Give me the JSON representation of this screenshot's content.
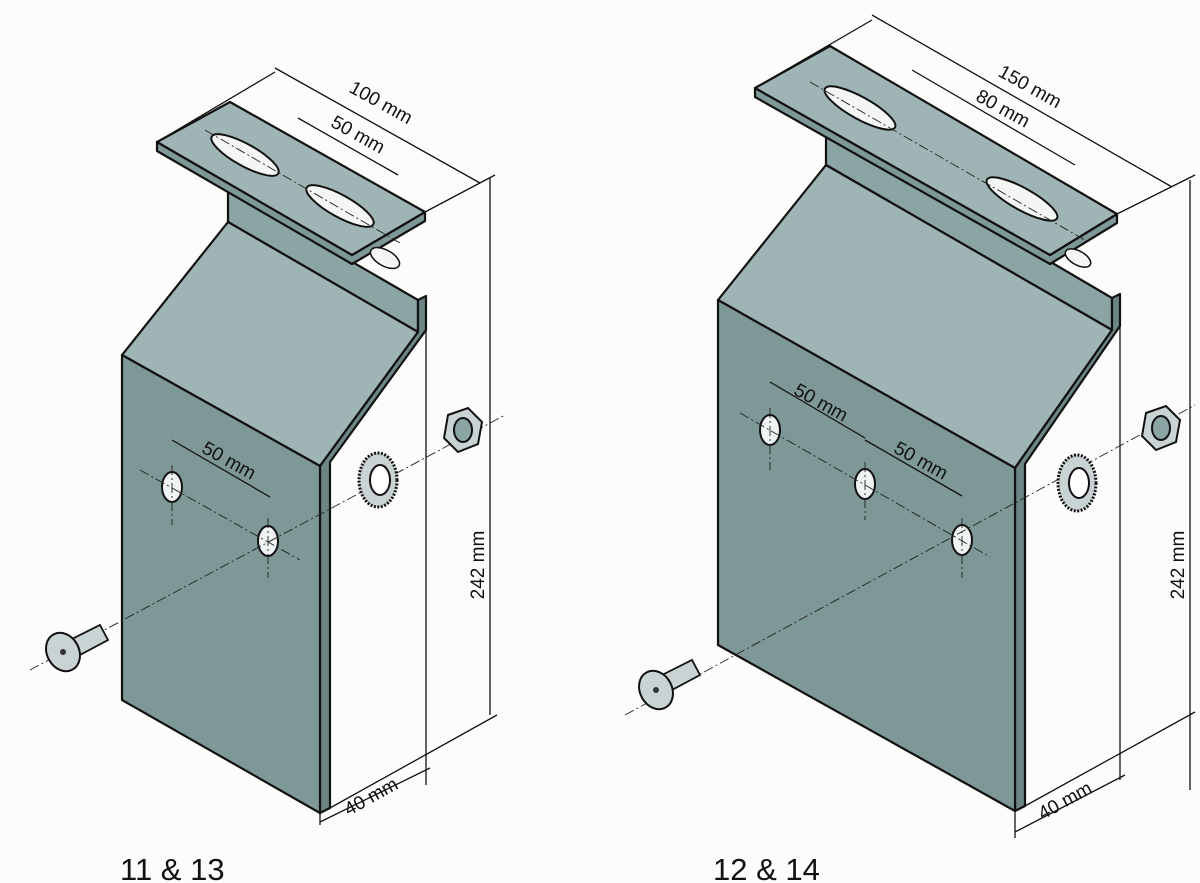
{
  "colors": {
    "top_face": "#9fb5b5",
    "front_face": "#7e9797",
    "web": "#8ba4a4",
    "edge_face": "#6c8585",
    "metal_light": "#c9d3d3"
  },
  "left_bracket": {
    "caption": "11 & 13",
    "dims": {
      "width": "100 mm",
      "slot_spacing": "50 mm",
      "hole_spacing": "50 mm",
      "height": "242 mm",
      "depth": "40 mm"
    }
  },
  "right_bracket": {
    "caption": "12 & 14",
    "dims": {
      "width": "150 mm",
      "slot_spacing": "80 mm",
      "hole_spacing_1": "50 mm",
      "hole_spacing_2": "50 mm",
      "height": "242 mm",
      "depth": "40 mm"
    }
  }
}
